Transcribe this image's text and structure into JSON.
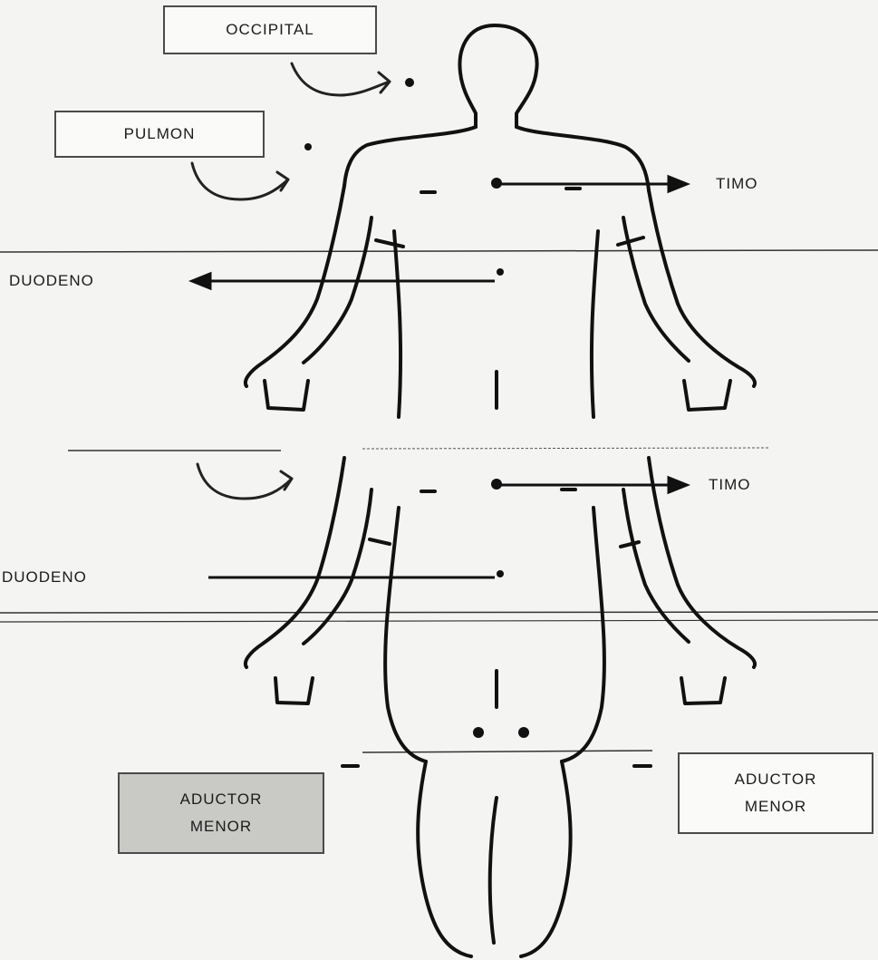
{
  "labels": {
    "occipital": "OCCIPITAL",
    "pulmon": "PULMON",
    "timo_upper": "TIMO",
    "duodeno_upper": "DUODENO",
    "timo_lower": "TIMO",
    "duodeno_lower": "DUODENO",
    "aductor_left_line1": "ADUCTOR",
    "aductor_left_line2": "MENOR",
    "aductor_right_line1": "ADUCTOR",
    "aductor_right_line2": "MENOR"
  },
  "colors": {
    "ink": "#1b1b1b",
    "paper": "#f4f4f2",
    "shade": "#c9c9c6"
  }
}
